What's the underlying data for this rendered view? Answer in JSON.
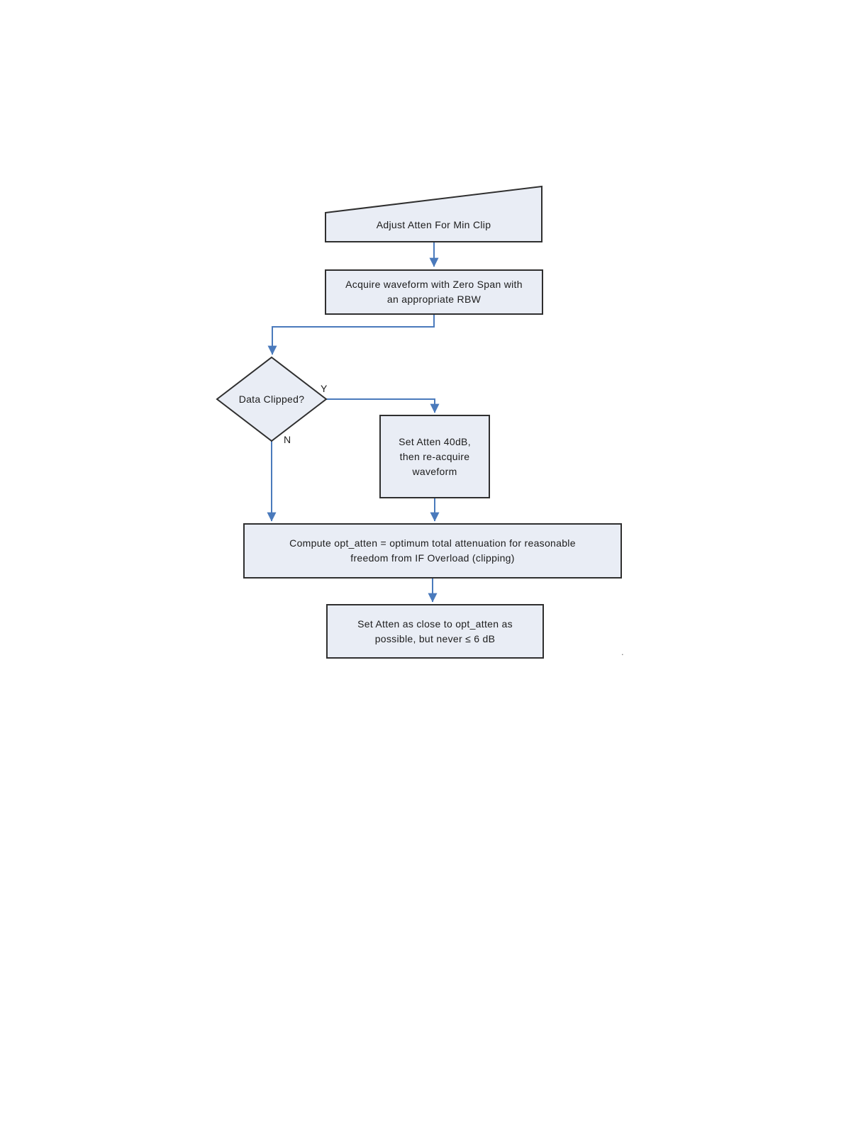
{
  "colors": {
    "background": "#ffffff",
    "node_fill": "#e9edf5",
    "node_border": "#2f2f2f",
    "connector_blue": "#4a7abc",
    "text": "#1c1c1c"
  },
  "flowchart": {
    "nodes": {
      "adjust": {
        "label": "Adjust Atten For Min Clip"
      },
      "acquire": {
        "lines": [
          "Acquire waveform with Zero Span with",
          "an appropriate RBW"
        ]
      },
      "decision": {
        "label": "Data Clipped?"
      },
      "reacquire": {
        "lines": [
          "Set Atten 40dB,",
          "then re-acquire",
          "waveform"
        ]
      },
      "compute": {
        "lines": [
          "Compute opt_atten = optimum total attenuation for reasonable",
          "freedom from IF Overload (clipping)"
        ]
      },
      "final": {
        "lines": [
          "Set Atten as close to opt_atten as",
          "possible, but never ≤ 6 dB"
        ]
      }
    },
    "branch_labels": {
      "yes": "Y",
      "no": "N"
    },
    "stray_mark": "."
  }
}
